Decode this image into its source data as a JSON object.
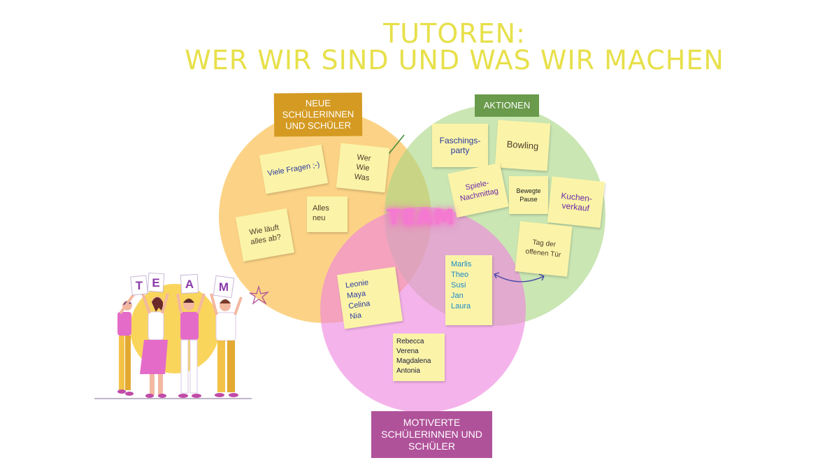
{
  "title": {
    "line1": "TUTOREN:",
    "line2": "WER WIR SIND UND WAS WIR MACHEN"
  },
  "circles": {
    "new_students": {
      "label": "NEUE\nSCHÜLERINNEN\nUND SCHÜLER",
      "color": "#fbd27a"
    },
    "actions": {
      "label": "AKTIONEN",
      "color": "#c4e2a4"
    },
    "motivated": {
      "label": "MOTIVERTE\nSCHÜLERINNEN UND\nSCHÜLER",
      "color": "#f0a5e6"
    }
  },
  "center_label": "TEAM",
  "notes": {
    "viele_fragen": "Viele Fragen ;-)",
    "wer_wie_was": "Wer\nWie\nWas",
    "alles_neu": "Alles neu",
    "wie_laeuft": "Wie läuft\nalles ab?",
    "faschingsparty": "Faschings-\nparty",
    "bowling": "Bowling",
    "spiele_nachmittag": "Spiele-\nNachmittag",
    "bewegte_pause": "Bewegte\nPause",
    "kuchenverkauf": "Kuchen-\nverkauf",
    "tag_der_offenen_tuer": "Tag der\noffenen Tür",
    "names_left": "Leonie\nMaya\nCelina\nNia",
    "names_right": "Marlis\nTheo\nSusi\nJan\nLaura",
    "names_bottom": "Rebecca\nVerena\nMagdalena\nAntonia"
  },
  "illustration": {
    "signs": [
      "T",
      "E",
      "A",
      "M"
    ]
  },
  "colors": {
    "title": "#e7e04a",
    "note": "#fbf4a8",
    "note_text_dark": "#4a3c2a",
    "note_text_blue": "#2a3aa0",
    "note_text_purple": "#6a2aa8",
    "note_text_cyan": "#1a8ac8",
    "label_new": "#d49a22",
    "label_actions": "#6a9a4b",
    "label_motivated": "#b0529a"
  }
}
